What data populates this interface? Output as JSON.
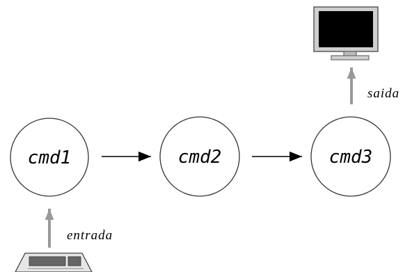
{
  "nodes": [
    {
      "id": "cmd1",
      "label": "cmd1"
    },
    {
      "id": "cmd2",
      "label": "cmd2"
    },
    {
      "id": "cmd3",
      "label": "cmd3"
    }
  ],
  "edges": [
    {
      "from": "cmd1",
      "to": "cmd2"
    },
    {
      "from": "cmd2",
      "to": "cmd3"
    }
  ],
  "input": {
    "label": "entrada",
    "device_icon": "keyboard-icon",
    "target": "cmd1"
  },
  "output": {
    "label": "saida",
    "device_icon": "monitor-icon",
    "source": "cmd3"
  },
  "colors": {
    "node_stroke": "#333333",
    "edge": "#000000",
    "io_arrow": "#999999",
    "monitor_screen": "#000000",
    "keyboard": "#666666"
  }
}
